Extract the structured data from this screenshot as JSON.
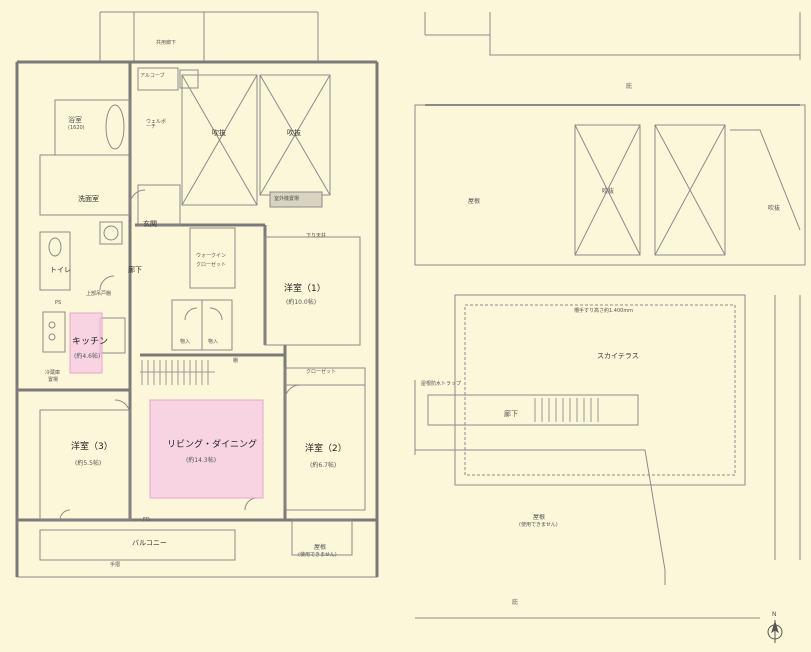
{
  "lower_floor": {
    "common_corridor": "共用廊下",
    "alcove": "アルコーブ",
    "well_porch": "ウェルポーチ",
    "void_1": "吹抜",
    "void_2": "吹抜",
    "bathroom": "浴室",
    "bathroom_size": "(1620)",
    "washroom": "洗面室",
    "entrance": "玄関",
    "outdoor_unit": "室外機置場",
    "toilet": "トイレ",
    "corridor": "廊下",
    "walk_in_closet": "ウォークイン",
    "walk_in_closet_2": "クローゼット",
    "western_room_1": "洋室（1）",
    "western_room_1_size": "(約10.0帖)",
    "kitchen": "キッチン",
    "kitchen_size": "(約4.6帖)",
    "fridge": "冷蔵庫",
    "fridge_2": "置場",
    "living_dining": "リビング・ダイニング",
    "living_dining_size": "(約14.3帖)",
    "western_room_3": "洋室（3）",
    "western_room_3_size": "(約5.5帖)",
    "western_room_2": "洋室（2）",
    "western_room_2_size": "(約6.7帖)",
    "balcony": "バルコニー",
    "roof": "屋根",
    "roof_note": "(使用できません)",
    "closet": "クローゼット",
    "storage": "物入",
    "downlight": "下り天井",
    "fd": "FD",
    "pipe_space": "PS",
    "upper_ceiling": "上部吊戸棚",
    "fence": "手摺",
    "shelf": "棚"
  },
  "upper_floor": {
    "roof_top": "庇",
    "roof": "屋根",
    "void_1": "吹抜",
    "void_2": "吹抜",
    "sky_terrace": "スカイテラス",
    "railing_note": "柵手すり高さ約1.400mm",
    "corridor": "廊下",
    "roof_lower": "屋根",
    "roof_lower_note": "(使用できません)",
    "eaves_bottom": "庇",
    "trap": "屋根防水トラップ",
    "compass": "N"
  },
  "colors": {
    "background": "#fdf7d9",
    "highlight": "#f5c8e4",
    "highlight_border": "#e7a3cf",
    "wall": "#8a8a8a"
  }
}
